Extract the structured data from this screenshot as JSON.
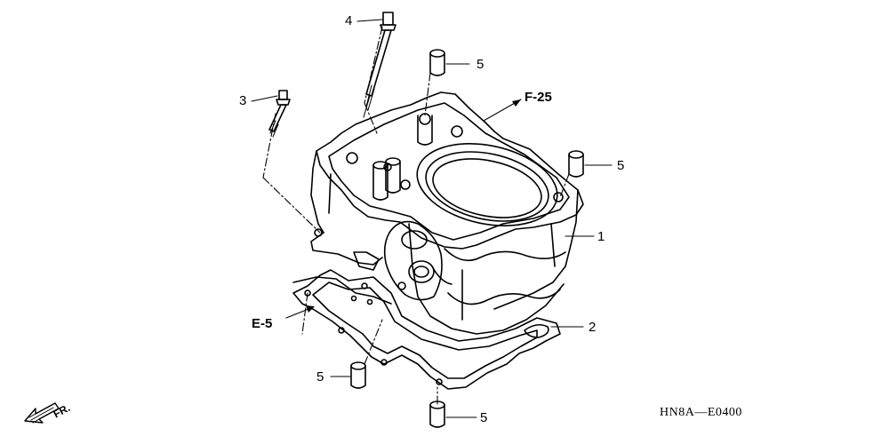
{
  "callouts": [
    {
      "id": "c1",
      "label": "1"
    },
    {
      "id": "c2",
      "label": "2"
    },
    {
      "id": "c3",
      "label": "3"
    },
    {
      "id": "c4",
      "label": "4"
    },
    {
      "id": "c5a",
      "label": "5"
    },
    {
      "id": "c5b",
      "label": "5"
    },
    {
      "id": "c5c",
      "label": "5"
    },
    {
      "id": "c5d",
      "label": "5"
    }
  ],
  "references": {
    "f25": "F-25",
    "e5": "E-5"
  },
  "direction_label": "FR.",
  "diagram_code": "HN8A—E0400",
  "icons": [
    "front-direction-arrow-icon"
  ]
}
